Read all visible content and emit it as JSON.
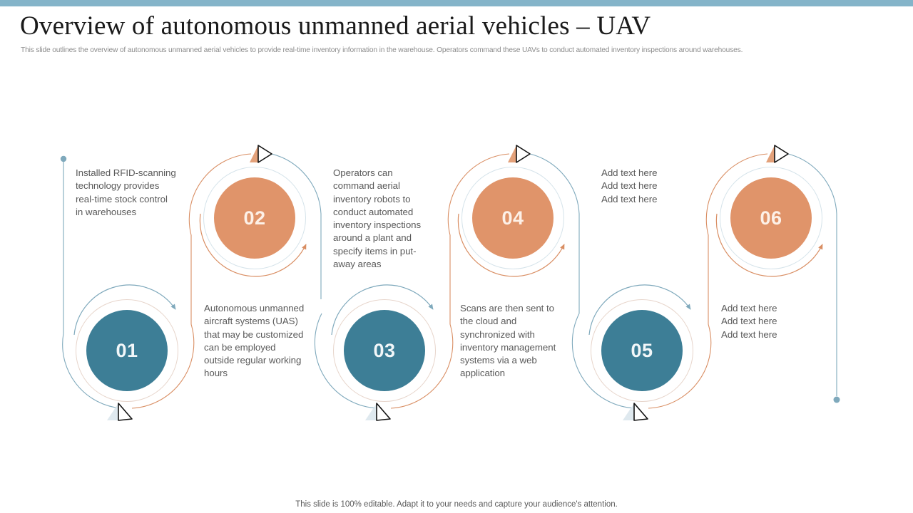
{
  "slide": {
    "title": "Overview of autonomous unmanned aerial vehicles – UAV",
    "subtitle": "This slide outlines the overview of autonomous unmanned aerial vehicles to provide real-time inventory information in the warehouse. Operators command these UAVs to  conduct automated inventory inspections around warehouses.",
    "footer": "This slide is 100% editable. Adapt it to your needs and capture your audience's attention.",
    "accent_bar_color": "#84b4c9"
  },
  "colors": {
    "blue": "#3d7e96",
    "orange": "#e0946a",
    "line_blue": "#7fa9bc",
    "line_orange": "#d98e63",
    "text_gray": "#595959",
    "subtitle_gray": "#8c8c8c"
  },
  "steps": [
    {
      "number": "01",
      "color": "blue",
      "position": "bottom",
      "text_lines": [
        "Installed RFID-scanning",
        "technology provides",
        "real-time stock control",
        "in warehouses"
      ]
    },
    {
      "number": "02",
      "color": "orange",
      "position": "top",
      "text_lines": [
        "Autonomous unmanned",
        "aircraft systems (UAS)",
        "that may be customized",
        "can be employed",
        "outside regular working",
        "hours"
      ]
    },
    {
      "number": "03",
      "color": "blue",
      "position": "bottom",
      "text_lines": [
        "Operators can",
        "command aerial",
        "inventory robots to",
        "conduct automated",
        "inventory inspections",
        "around a plant and",
        "specify items in put-",
        "away areas"
      ]
    },
    {
      "number": "04",
      "color": "orange",
      "position": "top",
      "text_lines": [
        "Scans are then sent to",
        "the cloud and",
        "synchronized with",
        "inventory management",
        "systems via a web",
        "application"
      ]
    },
    {
      "number": "05",
      "color": "blue",
      "position": "bottom",
      "text_lines": [
        "Add text here",
        "Add text here",
        "Add text here"
      ]
    },
    {
      "number": "06",
      "color": "orange",
      "position": "top",
      "text_lines": [
        "Add text here",
        "Add text here",
        "Add text here"
      ]
    }
  ],
  "text_blocks": [
    {
      "id": "block-1",
      "lines": [
        "Installed RFID-scanning",
        "technology provides",
        "real-time stock control",
        "in warehouses"
      ]
    },
    {
      "id": "block-2",
      "lines": [
        "Autonomous unmanned",
        "aircraft systems (UAS)",
        "that may be customized",
        "can be employed",
        "outside regular working",
        "hours"
      ]
    },
    {
      "id": "block-3",
      "lines": [
        "Operators can",
        "command aerial",
        "inventory robots to",
        "conduct automated",
        "inventory inspections",
        "around a plant and",
        "specify items in put-",
        "away areas"
      ]
    },
    {
      "id": "block-4",
      "lines": [
        "Scans are then sent to",
        "the cloud and",
        "synchronized with",
        "inventory management",
        "systems via a web",
        "application"
      ]
    },
    {
      "id": "block-5",
      "lines": [
        "Add text here",
        "Add text here",
        "Add text here"
      ]
    },
    {
      "id": "block-6",
      "lines": [
        "Add text here",
        "Add text here",
        "Add text here"
      ]
    }
  ]
}
